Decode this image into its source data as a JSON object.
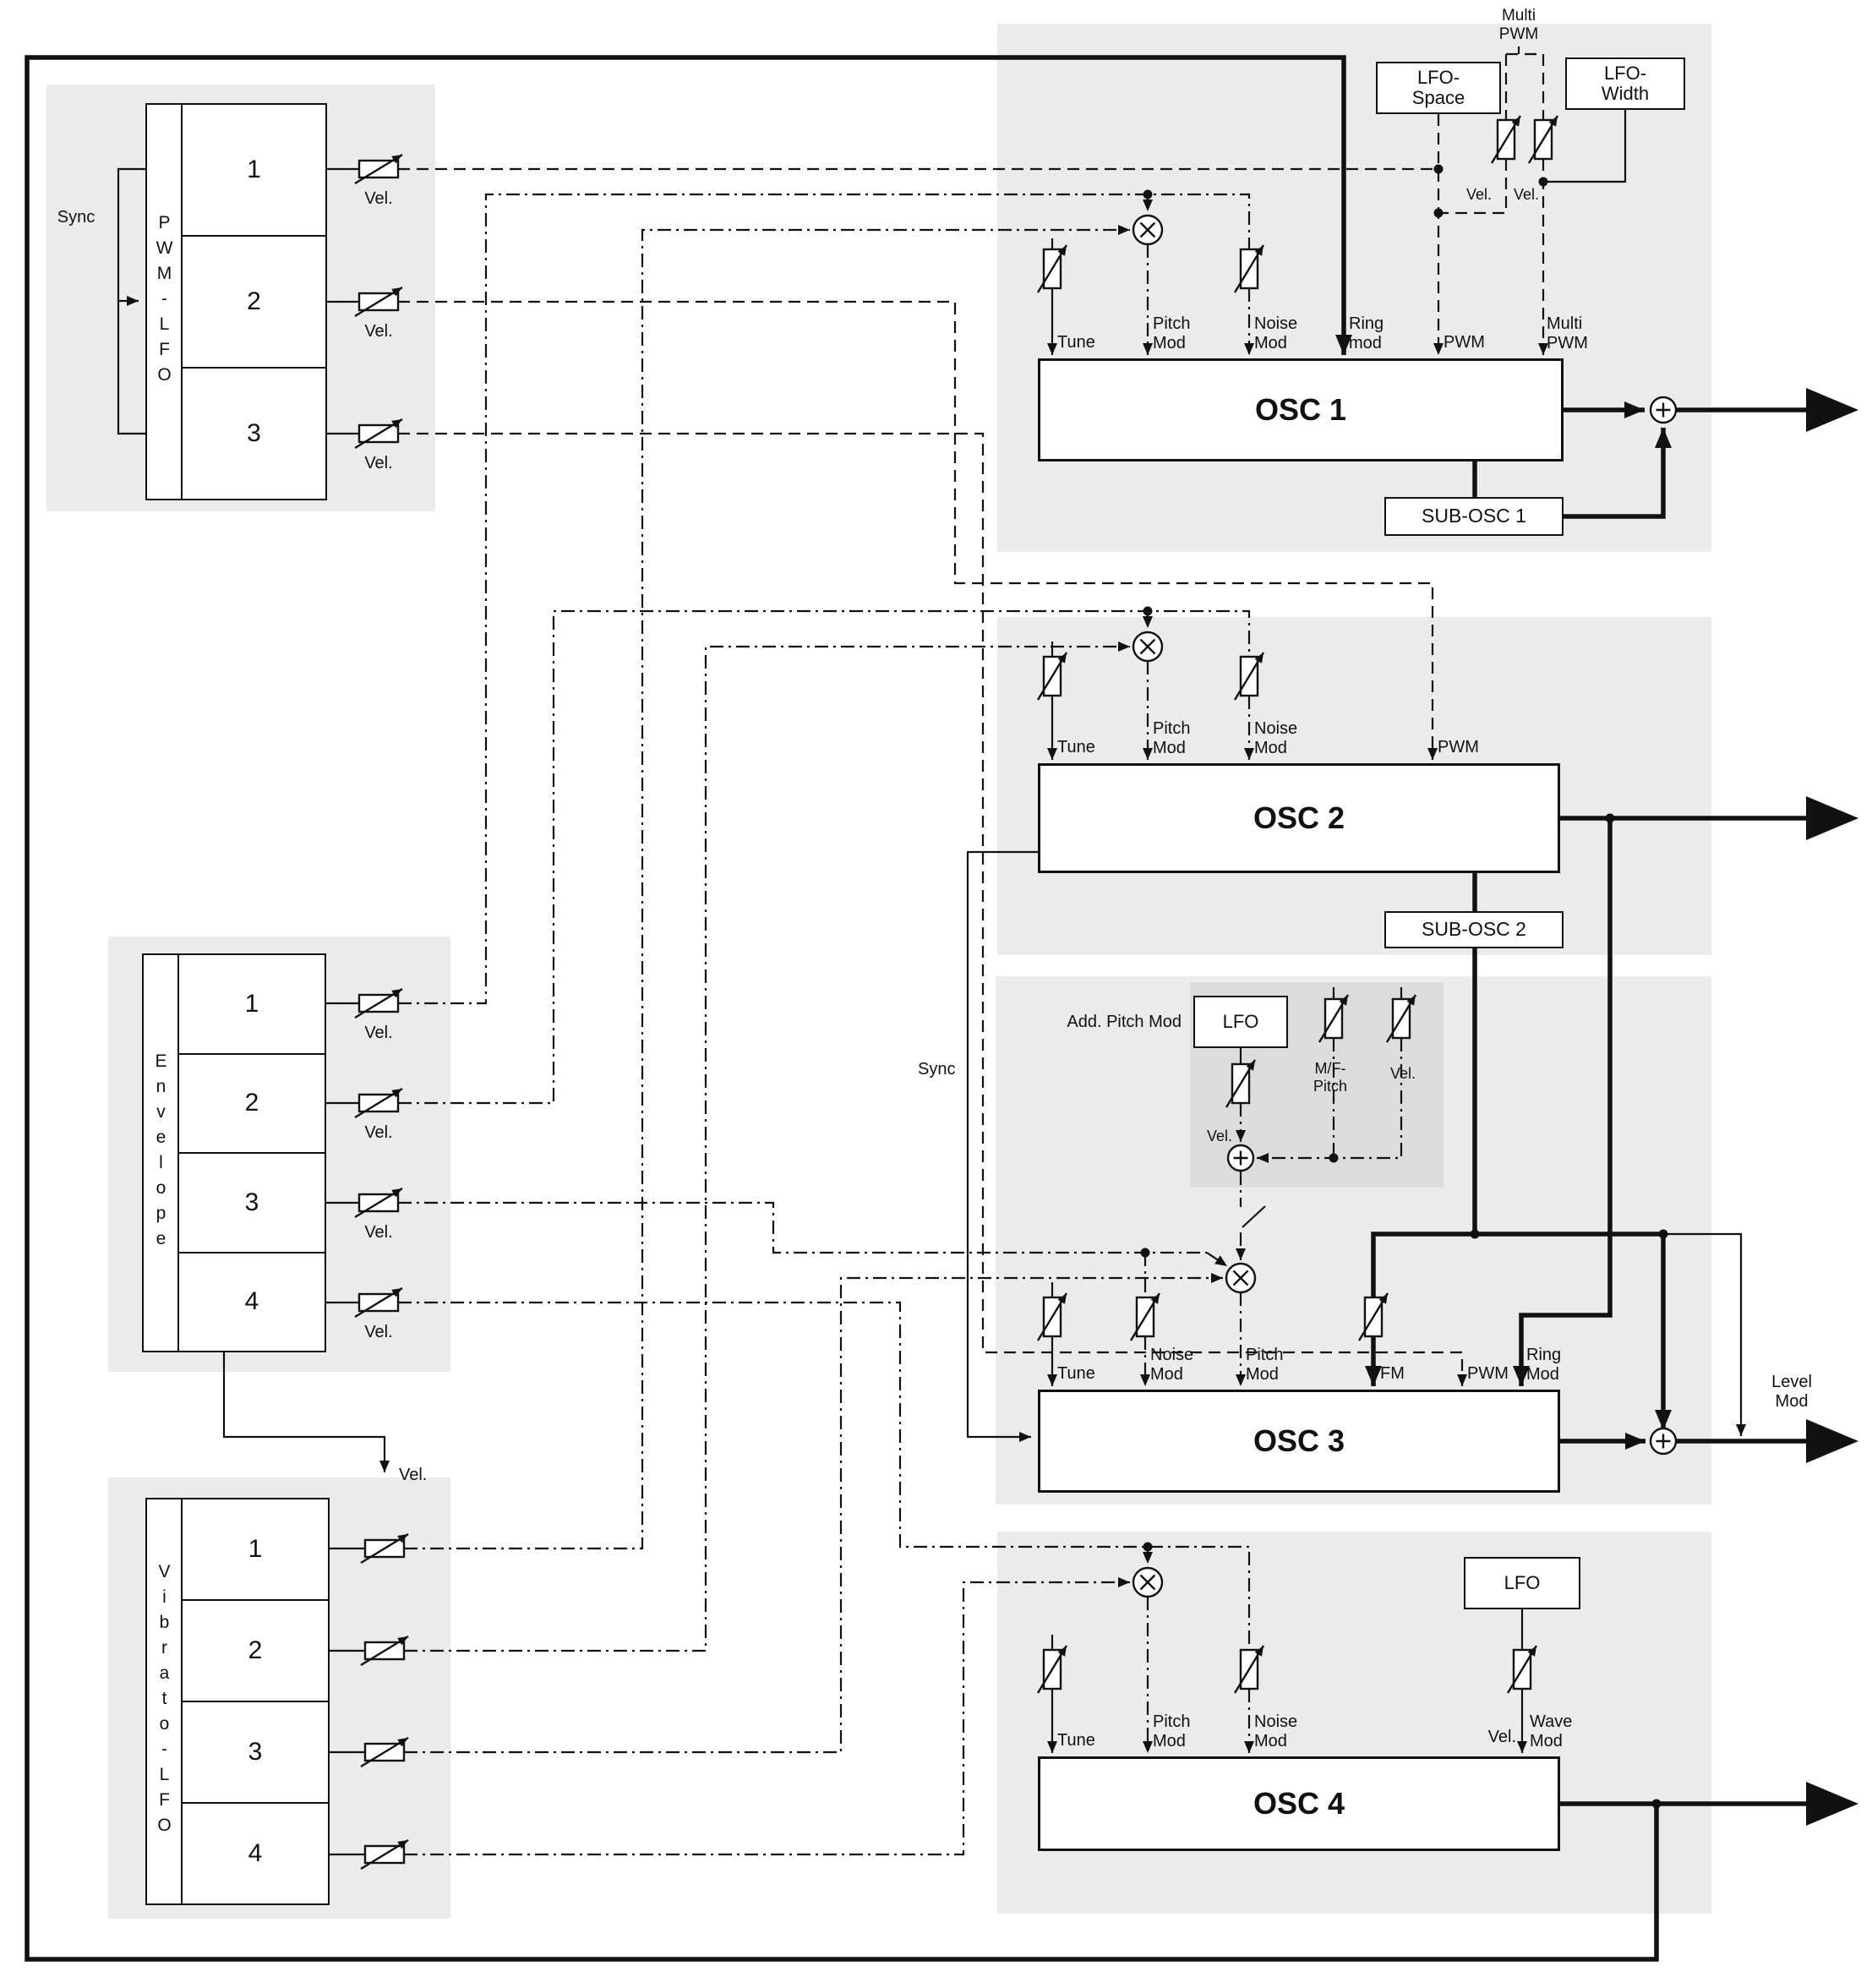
{
  "labels": {
    "vel": "Vel.",
    "tune": "Tune",
    "pitch_mod": "Pitch Mod",
    "noise_mod": "Noise Mod",
    "pwm": "PWM",
    "multi_pwm": "Multi PWM",
    "ring_mod_osc1": "Ring mod",
    "ring_mod_osc3": "Ring Mod",
    "fm": "FM",
    "wave_mod": "Wave Mod",
    "sync": "Sync",
    "level_mod": "Level Mod",
    "add_pitch_mod": "Add. Pitch Mod",
    "mf_pitch": "M/F-Pitch",
    "lfo": "LFO"
  },
  "modules": {
    "pwm_lfo": {
      "vertical_label": "PWM-LFO",
      "rows": [
        "1",
        "2",
        "3"
      ]
    },
    "envelope": {
      "vertical_label": "Envelope",
      "rows": [
        "1",
        "2",
        "3",
        "4"
      ]
    },
    "vibrato_lfo": {
      "vertical_label": "Vibrato-LFO",
      "rows": [
        "1",
        "2",
        "3",
        "4"
      ]
    }
  },
  "oscillators": {
    "osc1": {
      "label": "OSC 1",
      "sub_label": "SUB-OSC 1",
      "lfo_space_label": "LFO-Space",
      "lfo_width_label": "LFO-Width"
    },
    "osc2": {
      "label": "OSC 2",
      "sub_label": "SUB-OSC 2"
    },
    "osc3": {
      "label": "OSC 3"
    },
    "osc4": {
      "label": "OSC 4"
    }
  }
}
